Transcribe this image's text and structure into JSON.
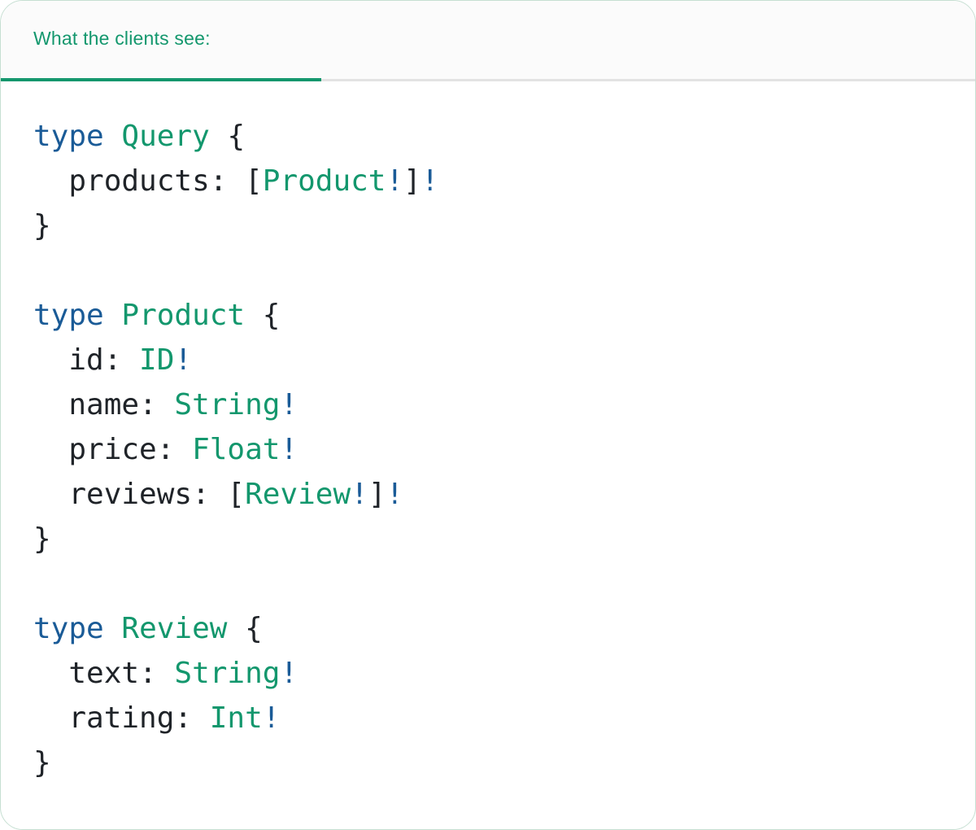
{
  "colors": {
    "teal": "#13976d",
    "blue": "#1a5b97",
    "plain": "#1f2328",
    "header_bg": "#fbfbfb",
    "divider": "#e3e3e3",
    "card_border": "#c6dfd2"
  },
  "header": {
    "tab_label": "What the clients see:"
  },
  "code": {
    "language": "graphql",
    "lines": [
      [
        {
          "t": "type",
          "c": "blue"
        },
        {
          "t": " ",
          "c": "plain"
        },
        {
          "t": "Query",
          "c": "teal"
        },
        {
          "t": " {",
          "c": "plain"
        }
      ],
      [
        {
          "t": "  products: [",
          "c": "plain"
        },
        {
          "t": "Product",
          "c": "teal"
        },
        {
          "t": "!",
          "c": "blue"
        },
        {
          "t": "]",
          "c": "plain"
        },
        {
          "t": "!",
          "c": "blue"
        }
      ],
      [
        {
          "t": "}",
          "c": "plain"
        }
      ],
      [],
      [
        {
          "t": "type",
          "c": "blue"
        },
        {
          "t": " ",
          "c": "plain"
        },
        {
          "t": "Product",
          "c": "teal"
        },
        {
          "t": " {",
          "c": "plain"
        }
      ],
      [
        {
          "t": "  id: ",
          "c": "plain"
        },
        {
          "t": "ID",
          "c": "teal"
        },
        {
          "t": "!",
          "c": "blue"
        }
      ],
      [
        {
          "t": "  name: ",
          "c": "plain"
        },
        {
          "t": "String",
          "c": "teal"
        },
        {
          "t": "!",
          "c": "blue"
        }
      ],
      [
        {
          "t": "  price: ",
          "c": "plain"
        },
        {
          "t": "Float",
          "c": "teal"
        },
        {
          "t": "!",
          "c": "blue"
        }
      ],
      [
        {
          "t": "  reviews: [",
          "c": "plain"
        },
        {
          "t": "Review",
          "c": "teal"
        },
        {
          "t": "!",
          "c": "blue"
        },
        {
          "t": "]",
          "c": "plain"
        },
        {
          "t": "!",
          "c": "blue"
        }
      ],
      [
        {
          "t": "}",
          "c": "plain"
        }
      ],
      [],
      [
        {
          "t": "type",
          "c": "blue"
        },
        {
          "t": " ",
          "c": "plain"
        },
        {
          "t": "Review",
          "c": "teal"
        },
        {
          "t": " {",
          "c": "plain"
        }
      ],
      [
        {
          "t": "  text: ",
          "c": "plain"
        },
        {
          "t": "String",
          "c": "teal"
        },
        {
          "t": "!",
          "c": "blue"
        }
      ],
      [
        {
          "t": "  rating: ",
          "c": "plain"
        },
        {
          "t": "Int",
          "c": "teal"
        },
        {
          "t": "!",
          "c": "blue"
        }
      ],
      [
        {
          "t": "}",
          "c": "plain"
        }
      ]
    ]
  }
}
